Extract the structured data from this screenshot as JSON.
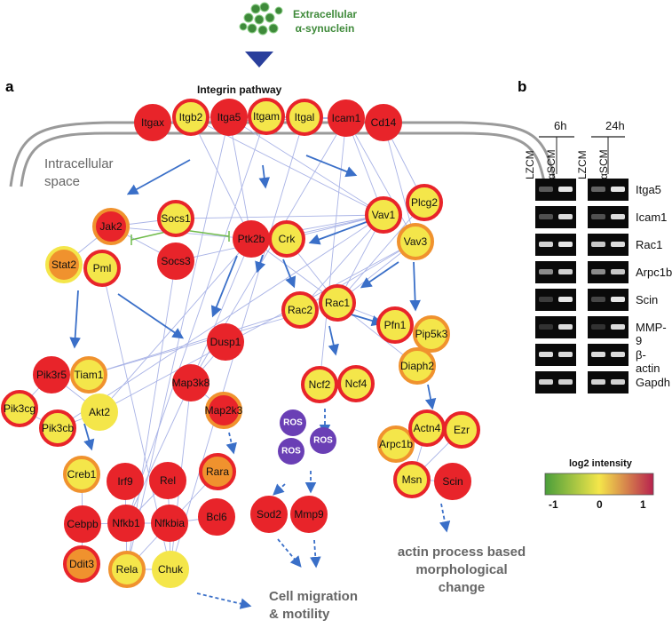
{
  "header": {
    "extracellular_line1": "Extracellular",
    "extracellular_line2": "α-synuclein",
    "integrin_title": "Integrin pathway"
  },
  "panels": {
    "a": "a",
    "b": "b"
  },
  "labels": {
    "intracellular_line1": "Intracellular",
    "intracellular_line2": "space",
    "cell_migration_line1": "Cell migration",
    "cell_migration_line2": "& motility",
    "actin_line1": "actin process based",
    "actin_line2": "morphological",
    "actin_line3": "change"
  },
  "nodes": [
    {
      "id": "Itgax",
      "fill": "#e8242a",
      "ring": "#e8242a"
    },
    {
      "id": "Itgb2",
      "fill": "#f4e64a",
      "ring": "#e8242a"
    },
    {
      "id": "Itga5",
      "fill": "#e8242a",
      "ring": "#e8242a"
    },
    {
      "id": "Itgam",
      "fill": "#f4e64a",
      "ring": "#e8242a"
    },
    {
      "id": "Itgal",
      "fill": "#f4e64a",
      "ring": "#e8242a"
    },
    {
      "id": "Icam1",
      "fill": "#e8242a",
      "ring": "#e8242a"
    },
    {
      "id": "Cd14",
      "fill": "#e8242a",
      "ring": "#e8242a"
    },
    {
      "id": "Jak2",
      "fill": "#e8242a",
      "ring": "#f0922e"
    },
    {
      "id": "Socs1",
      "fill": "#f4e64a",
      "ring": "#e8242a"
    },
    {
      "id": "Socs3",
      "fill": "#e8242a",
      "ring": "#e8242a"
    },
    {
      "id": "Stat2",
      "fill": "#f0922e",
      "ring": "#f4e64a"
    },
    {
      "id": "Pml",
      "fill": "#f4e64a",
      "ring": "#e8242a"
    },
    {
      "id": "Ptk2b",
      "fill": "#e8242a",
      "ring": "#e8242a"
    },
    {
      "id": "Crk",
      "fill": "#f4e64a",
      "ring": "#e8242a"
    },
    {
      "id": "Vav1",
      "fill": "#f4e64a",
      "ring": "#e8242a"
    },
    {
      "id": "Plcg2",
      "fill": "#f4e64a",
      "ring": "#e8242a"
    },
    {
      "id": "Vav3",
      "fill": "#f4e64a",
      "ring": "#f0922e"
    },
    {
      "id": "Rac2",
      "fill": "#f4e64a",
      "ring": "#e8242a"
    },
    {
      "id": "Rac1",
      "fill": "#f4e64a",
      "ring": "#e8242a"
    },
    {
      "id": "Pfn1",
      "fill": "#f4e64a",
      "ring": "#e8242a"
    },
    {
      "id": "Pip5k3",
      "fill": "#f4e64a",
      "ring": "#f0922e"
    },
    {
      "id": "Diaph2",
      "fill": "#f4e64a",
      "ring": "#f0922e"
    },
    {
      "id": "Pik3r5",
      "fill": "#e8242a",
      "ring": "#e8242a"
    },
    {
      "id": "Tiam1",
      "fill": "#f4e64a",
      "ring": "#f0922e"
    },
    {
      "id": "Dusp1",
      "fill": "#e8242a",
      "ring": "#e8242a"
    },
    {
      "id": "Map3k8",
      "fill": "#e8242a",
      "ring": "#e8242a"
    },
    {
      "id": "Map2k3",
      "fill": "#e8242a",
      "ring": "#f0922e"
    },
    {
      "id": "Pik3cg",
      "fill": "#f4e64a",
      "ring": "#e8242a"
    },
    {
      "id": "Akt2",
      "fill": "#f4e64a",
      "ring": "#f4e64a"
    },
    {
      "id": "Pik3cb",
      "fill": "#f4e64a",
      "ring": "#e8242a"
    },
    {
      "id": "Ncf2",
      "fill": "#f4e64a",
      "ring": "#e8242a"
    },
    {
      "id": "Ncf4",
      "fill": "#f4e64a",
      "ring": "#e8242a"
    },
    {
      "id": "Creb1",
      "fill": "#f4e64a",
      "ring": "#f0922e"
    },
    {
      "id": "Irf9",
      "fill": "#e8242a",
      "ring": "#e8242a"
    },
    {
      "id": "Rel",
      "fill": "#e8242a",
      "ring": "#e8242a"
    },
    {
      "id": "Rara",
      "fill": "#f0922e",
      "ring": "#e8242a"
    },
    {
      "id": "Cebpb",
      "fill": "#e8242a",
      "ring": "#e8242a"
    },
    {
      "id": "Nfkb1",
      "fill": "#e8242a",
      "ring": "#e8242a"
    },
    {
      "id": "Nfkbia",
      "fill": "#e8242a",
      "ring": "#e8242a"
    },
    {
      "id": "Bcl6",
      "fill": "#e8242a",
      "ring": "#e8242a"
    },
    {
      "id": "Ddit3",
      "fill": "#f0922e",
      "ring": "#e8242a"
    },
    {
      "id": "Rela",
      "fill": "#f4e64a",
      "ring": "#f0922e"
    },
    {
      "id": "Chuk",
      "fill": "#f4e64a",
      "ring": "#f4e64a"
    },
    {
      "id": "Sod2",
      "fill": "#e8242a",
      "ring": "#e8242a"
    },
    {
      "id": "Mmp9",
      "fill": "#e8242a",
      "ring": "#e8242a"
    },
    {
      "id": "Arpc1b",
      "fill": "#f4e64a",
      "ring": "#f0922e"
    },
    {
      "id": "Actn4",
      "fill": "#f4e64a",
      "ring": "#e8242a"
    },
    {
      "id": "Ezr",
      "fill": "#f4e64a",
      "ring": "#e8242a"
    },
    {
      "id": "Msn",
      "fill": "#f4e64a",
      "ring": "#e8242a"
    },
    {
      "id": "Scin",
      "fill": "#e8242a",
      "ring": "#e8242a"
    }
  ],
  "ros": [
    "ROS",
    "ROS",
    "ROS"
  ],
  "gel": {
    "time_6h": "6h",
    "time_24h": "24h",
    "lane_lzcm": "LZCM",
    "lane_ascm": "αSCM",
    "rows": [
      "Itga5",
      "Icam1",
      "Rac1",
      "Arpc1b",
      "Scin",
      "MMP-9",
      "β-actin",
      "Gapdh"
    ]
  },
  "scale": {
    "title": "log2 intensity",
    "min": "-1",
    "mid": "0",
    "max": "1",
    "colors": [
      "#4a9e3a",
      "#f4e64a",
      "#b8224e"
    ]
  }
}
